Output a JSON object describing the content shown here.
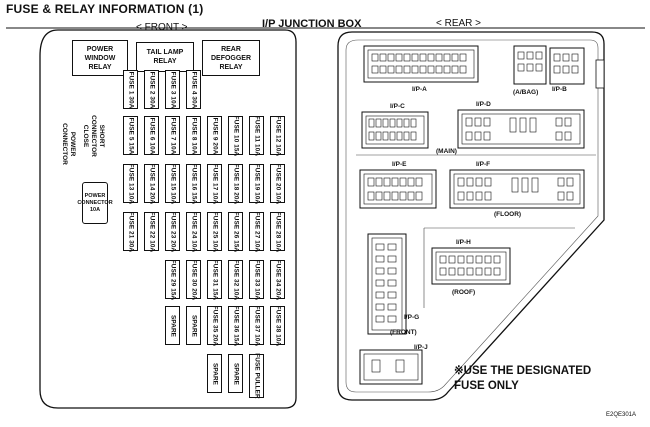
{
  "page_title": "FUSE & RELAY INFORMATION (1)",
  "box_title": "I/P JUNCTION BOX",
  "front_label": "< FRONT >",
  "rear_label": "< REAR >",
  "relays": {
    "power_window": "POWER\nWINDOW\nRELAY",
    "tail_lamp": "TAIL LAMP\nRELAY",
    "rear_defogger": "REAR\nDEFOGGER\nRELAY"
  },
  "side_labels": {
    "power_connector": "POWER\nCONNECTOR",
    "short_connector": "SHORT\nCONNECTOR\nCLOSE",
    "power_connector_10a": "POWER\nCONNECTOR\n10A"
  },
  "fuse_columns": [
    [
      "FUSE 1 30A",
      "FUSE 5 15A",
      "FUSE 13 10A",
      "FUSE 21 30A"
    ],
    [
      "FUSE 2 30A",
      "FUSE 6 10A",
      "FUSE 14 20A",
      "FUSE 22 10A"
    ],
    [
      "FUSE 3 10A",
      "FUSE 7 10A",
      "FUSE 15 10A",
      "FUSE 23 20A",
      "FUSE 29 15A",
      "SPARE"
    ],
    [
      "FUSE 4 30A",
      "FUSE 8 10A",
      "FUSE 16 15A",
      "FUSE 24 10A",
      "FUSE 30 20A",
      "SPARE"
    ],
    [
      "FUSE 9 20A",
      "FUSE 17 10A",
      "FUSE 25 10A",
      "FUSE 31 15A",
      "FUSE 35 20A",
      "SPARE"
    ],
    [
      "FUSE 10 15A",
      "FUSE 18 20A",
      "FUSE 26 15A",
      "FUSE 32 10A",
      "FUSE 36 15A",
      "SPARE"
    ],
    [
      "FUSE 11 10A",
      "FUSE 19 10A",
      "FUSE 27 10A",
      "FUSE 33 10A",
      "FUSE 37 10A",
      "FUSE PULLER"
    ],
    [
      "FUSE 12 10A",
      "FUSE 20 10A",
      "FUSE 28 10A",
      "FUSE 34 20A",
      "FUSE 38 10A"
    ]
  ],
  "connectors": {
    "ip_a": "I/P-A",
    "ip_b": "I/P-B",
    "abag": "(A/BAG)",
    "ip_c": "I/P-C",
    "ip_d": "I/P-D",
    "main": "(MAIN)",
    "ip_e": "I/P-E",
    "ip_f": "I/P-F",
    "floor": "(FLOOR)",
    "ip_h": "I/P-H",
    "roof": "(ROOF)",
    "ip_g": "I/P-G",
    "front": "(FRONT)",
    "ip_j": "I/P-J"
  },
  "note": "※USE THE DESIGNATED\n    FUSE ONLY",
  "image_code": "E2QE301A"
}
